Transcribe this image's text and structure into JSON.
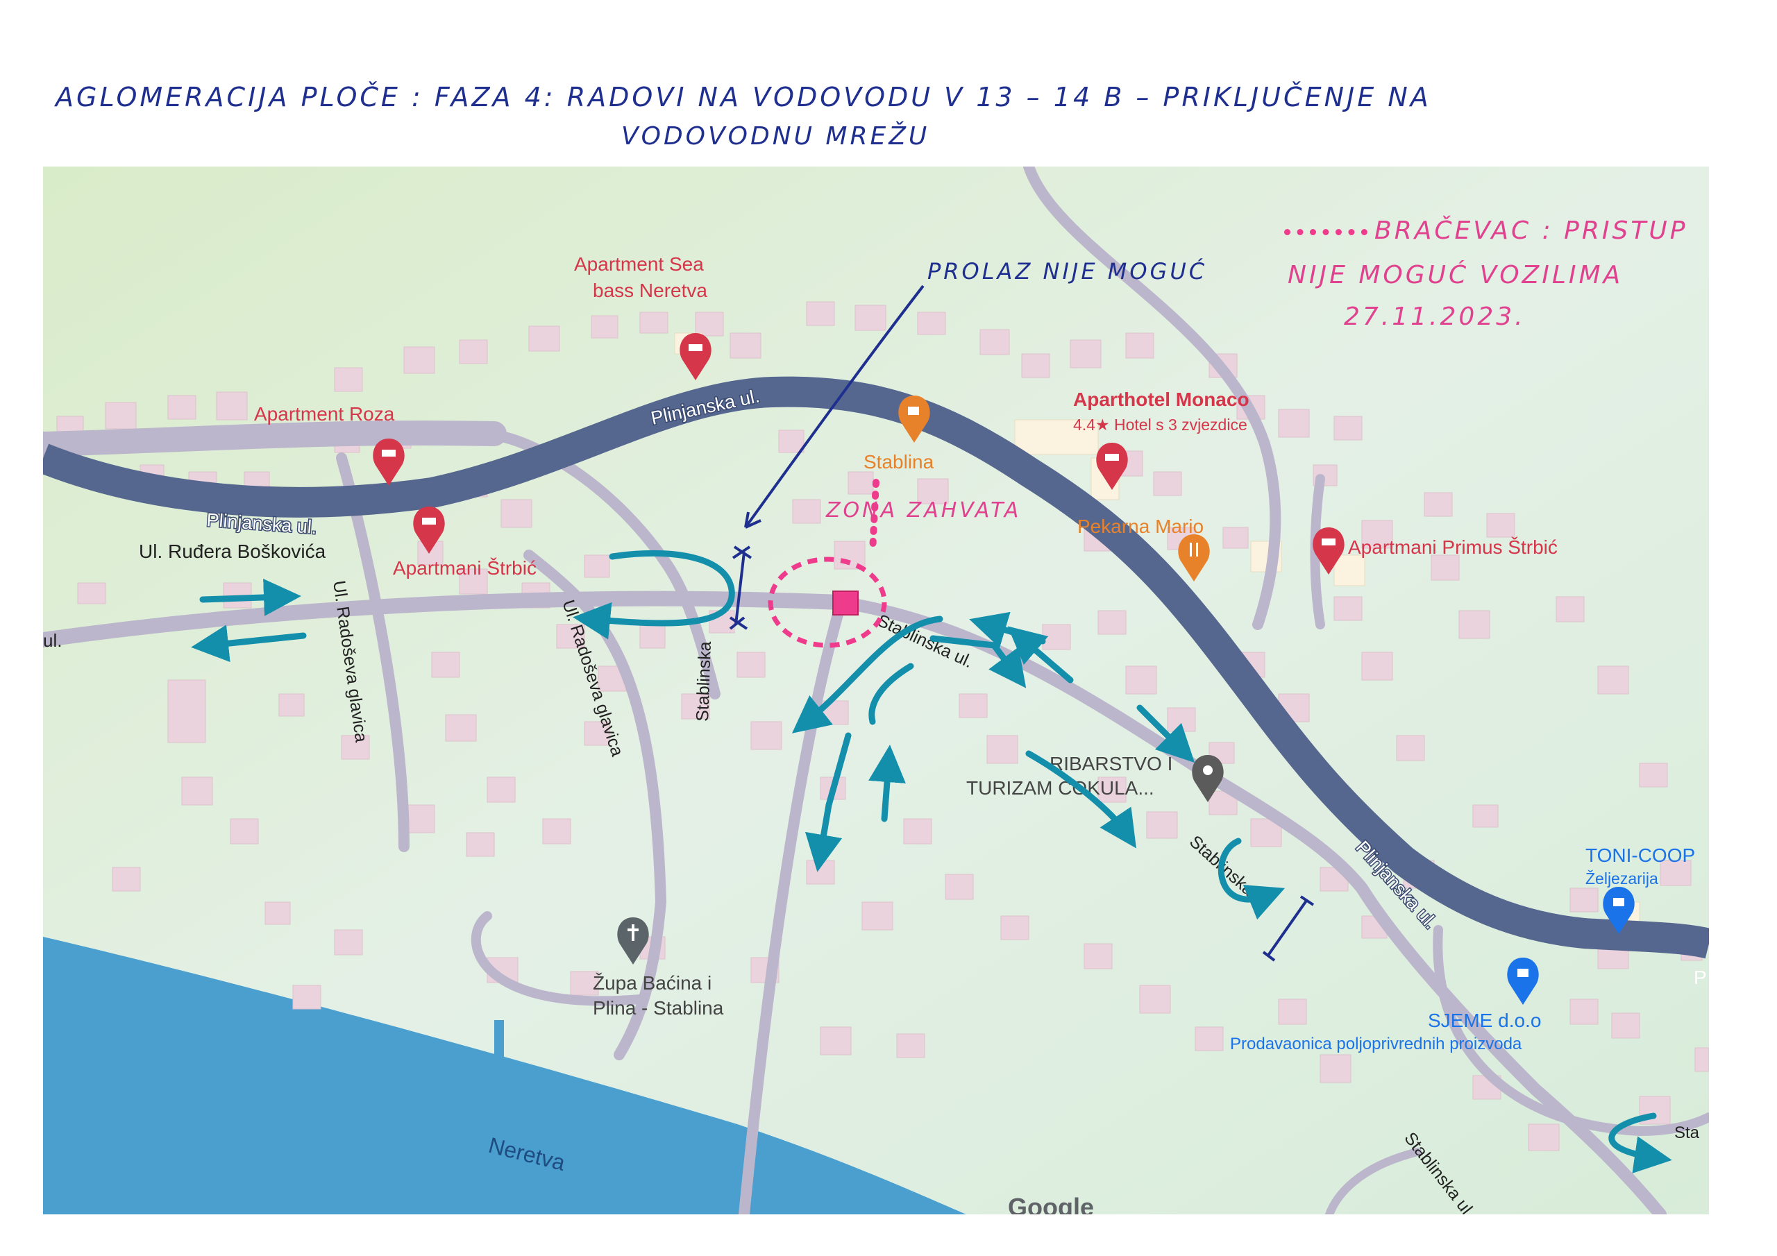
{
  "header": {
    "line1": "AGLOMERACIJA PLOČE : FAZA 4: RADOVI NA VODOVODU V 13 – 14 B – PRIKLJUČENJE NA",
    "line2": "VODOVODNU MREŽU"
  },
  "notes": {
    "passage": "PROLAZ NIJE MOGUĆ",
    "zone": "ZONA ZAHVATA",
    "closure_line1": "BRAČEVAC : PRISTUP",
    "closure_line2": "NIJE MOGUĆ VOZILIMA",
    "closure_date": "27.11.2023."
  },
  "map": {
    "streets": {
      "plinjanska_1": "Plinjanska ul.",
      "plinjanska_2": "Plinjanska ul.",
      "plinjanska_3": "Plinjanska ul.",
      "boskovica": "Ul. Ruđera Boškovića",
      "ul_left": "ul.",
      "radoseva_1": "Ul. Radoševa glavica",
      "radoseva_2": "Ul. Radoševa glavica",
      "stablinska_1": "Stablinska",
      "stablinska_2": "Stablinska ul.",
      "stablinska_3": "Stablinska ul.",
      "stablinska_4": "Stablinska ul.",
      "sta": "Sta",
      "neretva": "Neretva",
      "p_edge": "P"
    },
    "pois": {
      "sea_bass_1": "Apartment Sea",
      "sea_bass_2": "bass Neretva",
      "roza": "Apartment Roza",
      "strbic": "Apartmani Štrbić",
      "stablina": "Stablina",
      "monaco": "Aparthotel Monaco",
      "monaco_rating": "4.4★ Hotel s 3 zvjezdice",
      "pekarna": "Pekarna Mario",
      "primus": "Apartmani Primus Štrbić",
      "ribarstvo_1": "RIBARSTVO I",
      "ribarstvo_2": "TURIZAM COKULA...",
      "zupa_1": "Župa Baćina i",
      "zupa_2": "Plina - Stablina",
      "toni_1": "TONI-COOP",
      "toni_2": "Željezarija",
      "sjeme_1": "SJEME d.o.o",
      "sjeme_2": "Prodavaonica poljoprivrednih proizvoda",
      "google": "Google"
    }
  },
  "colors": {
    "map_bg": "#e3f0d6",
    "main_road": "#56678f",
    "secondary_road": "#bcb6cc",
    "building": "#ead3dc",
    "river": "#4a9fcf",
    "poi_red": "#d6364a",
    "cafe_orange": "#e8822a",
    "shop_blue": "#1a73e8",
    "arrow_teal": "#138fab",
    "marker_pink": "#ee3b8c",
    "pen_blue": "#1f2f8f"
  },
  "icons": [
    "lodging-pin-icon",
    "cafe-pin-icon",
    "restaurant-pin-icon",
    "place-pin-icon",
    "church-pin-icon",
    "shopping-pin-icon"
  ]
}
